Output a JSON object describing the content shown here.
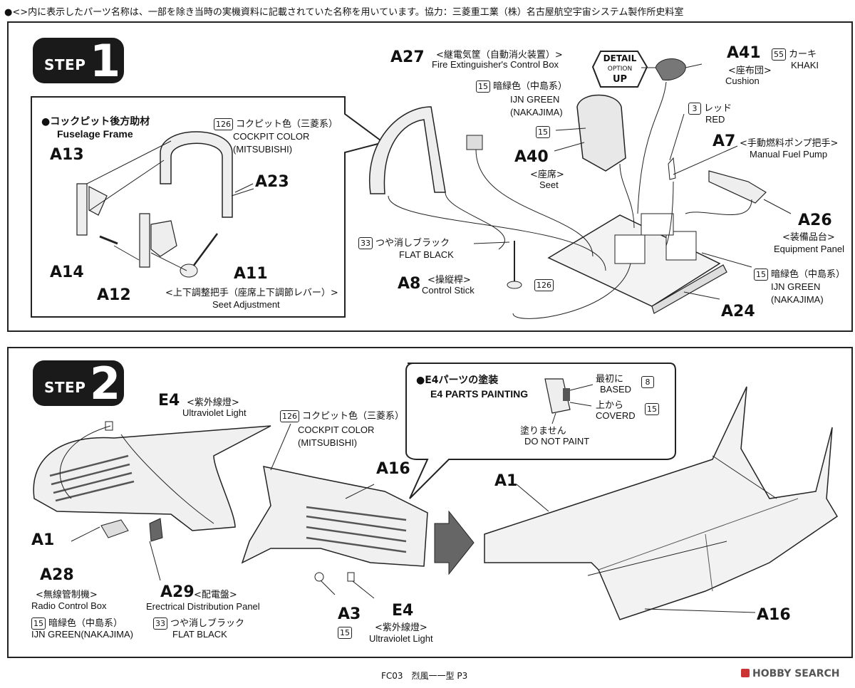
{
  "header_note": "●<>内に表示したパーツ名称は、一部を除き当時の実機資料に記載されていた名称を用いています。協力：三菱重工業（株）名古屋航空宇宙システム製作所史料室",
  "footer": {
    "page": "FC03　烈風一一型 P3",
    "watermark": "HOBBY SEARCH"
  },
  "step1": {
    "badge": {
      "word": "STEP",
      "num": "1"
    },
    "inset": {
      "title_jp": "●コックピット後方助材",
      "title_en": "Fuselage Frame",
      "color_code": "126",
      "color_jp": "コクピット色（三菱系）",
      "color_en1": "COCKPIT COLOR",
      "color_en2": "(MITSUBISHI)",
      "parts": {
        "a13": "A13",
        "a14": "A14",
        "a12": "A12",
        "a23": "A23",
        "a11": "A11"
      },
      "a11_jp": "<上下調整把手（座席上下調節レバー）>",
      "a11_en": "Seet Adjustment"
    },
    "a27": {
      "num": "A27",
      "jp": "<継電気筐（自動消火装置）>",
      "en": "Fire Extinguisher's Control Box"
    },
    "ijn_green_1": {
      "code": "15",
      "jp": "暗緑色（中島系）",
      "en1": "IJN GREEN",
      "en2": "(NAKAJIMA)"
    },
    "detail": {
      "l1": "DETAIL",
      "l2": "OPTION",
      "l3": "UP"
    },
    "a41": {
      "num": "A41",
      "jp": "<座布団>",
      "en": "Cushion",
      "code": "55",
      "color_jp": "カーキ",
      "color_en": "KHAKI"
    },
    "red": {
      "code": "3",
      "jp": "レッド",
      "en": "RED"
    },
    "a40": {
      "code": "15",
      "num": "A40",
      "jp": "<座席>",
      "en": "Seet"
    },
    "a7": {
      "num": "A7",
      "jp": "<手動燃料ポンプ把手>",
      "en": "Manual Fuel Pump"
    },
    "a26": {
      "num": "A26",
      "jp": "<装備品台>",
      "en": "Equipment Panel"
    },
    "flat_black": {
      "code": "33",
      "jp": "つや消しブラック",
      "en": "FLAT BLACK"
    },
    "a8": {
      "num": "A8",
      "jp": "<操縦桿>",
      "en": "Control Stick"
    },
    "code_126_mark": "126",
    "ijn_green_2": {
      "code": "15",
      "jp": "暗緑色（中島系）",
      "en1": "IJN GREEN",
      "en2": "(NAKAJIMA)"
    },
    "a24": "A24"
  },
  "step2": {
    "badge": {
      "word": "STEP",
      "num": "2"
    },
    "e4_top": {
      "num": "E4",
      "jp": "<紫外線燈>",
      "en": "Ultraviolet Light"
    },
    "cockpit_color": {
      "code": "126",
      "jp": "コクピット色（三菱系）",
      "en1": "COCKPIT COLOR",
      "en2": "(MITSUBISHI)"
    },
    "a1_left": "A1",
    "a28": {
      "num": "A28",
      "jp": "<無線管制機>",
      "en": "Radio Control Box"
    },
    "a29": {
      "num": "A29",
      "jp": "<配電盤>",
      "en": "Erectrical Distribution Panel"
    },
    "ijn_green": {
      "code": "15",
      "jp": "暗緑色（中島系）",
      "en": "IJN GREEN(NAKAJIMA)"
    },
    "flat_black": {
      "code": "33",
      "jp": "つや消しブラック",
      "en": "FLAT BLACK"
    },
    "a16_mid": "A16",
    "a3": {
      "num": "A3",
      "code": "15"
    },
    "e4_bottom": {
      "num": "E4",
      "jp": "<紫外線燈>",
      "en": "Ultraviolet Light"
    },
    "e4_painting": {
      "title_jp": "●E4パーツの塗装",
      "title_en": "E4 PARTS PAINTING",
      "first_jp": "最初に",
      "first_en": "BASED",
      "first_code": "8",
      "over_jp": "上から",
      "over_en": "COVERD",
      "over_code": "15",
      "no_jp": "塗りません",
      "no_en": "DO NOT PAINT"
    },
    "a1_right": "A1",
    "a16_right": "A16"
  }
}
